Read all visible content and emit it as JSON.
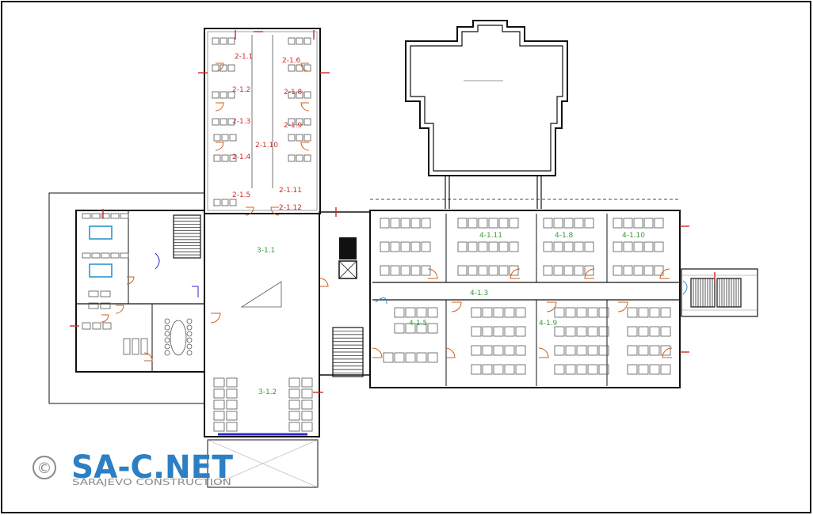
{
  "colors": {
    "wall": "#111111",
    "thin": "#777777",
    "furniture": "#555555",
    "red": "#cc2b2b",
    "green": "#3a9a3a",
    "door": "#d2601a",
    "blue": "#2a2ad0",
    "cyan": "#1e90c8",
    "logo_blue": "#2d7fc4",
    "logo_grey": "#8a8a8a"
  },
  "logo": {
    "copyright": "©",
    "name": "SA-C.NET",
    "tagline": "SARAJEVO CONSTRUCTION"
  },
  "rooms": {
    "r211": "2-1.1",
    "r212": "2-1.2",
    "r213": "2-1.3",
    "r214": "2-1.4",
    "r215": "2-1.5",
    "r216": "2-1.6",
    "r218": "2-1.8",
    "r219": "2-1.9",
    "r2110": "2-1.10",
    "r2111": "2-1.11",
    "r2112": "2-1.12",
    "r311": "3-1.1",
    "r312": "3-1.2",
    "r413": "4-1.3",
    "r415": "4-1.5",
    "r418": "4-1.8",
    "r419": "4-1.9",
    "r4110": "4-1.10",
    "r4111": "4-1.11"
  }
}
